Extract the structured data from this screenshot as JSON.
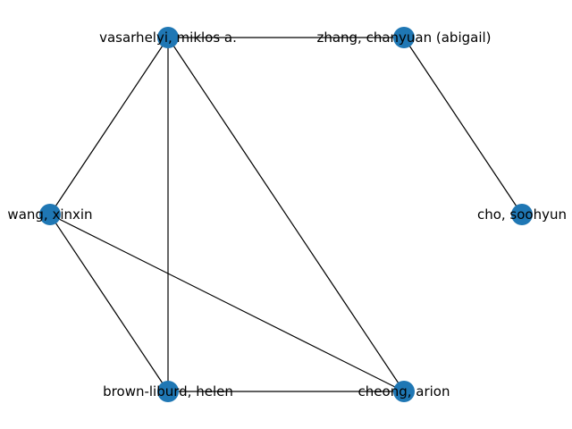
{
  "graph": {
    "node_color": "#1f77b4",
    "edge_color": "#000000",
    "nodes": [
      {
        "id": "vasarhelyi",
        "label": "vasarhelyi, miklos a."
      },
      {
        "id": "zhang",
        "label": "zhang, chanyuan (abigail)"
      },
      {
        "id": "wang",
        "label": "wang, xinxin"
      },
      {
        "id": "cho",
        "label": "cho, soohyun"
      },
      {
        "id": "brown",
        "label": "brown-liburd, helen"
      },
      {
        "id": "cheong",
        "label": "cheong, arion"
      }
    ],
    "edges": [
      [
        "vasarhelyi",
        "zhang"
      ],
      [
        "vasarhelyi",
        "wang"
      ],
      [
        "vasarhelyi",
        "brown"
      ],
      [
        "vasarhelyi",
        "cheong"
      ],
      [
        "zhang",
        "cho"
      ],
      [
        "wang",
        "brown"
      ],
      [
        "wang",
        "cheong"
      ],
      [
        "brown",
        "cheong"
      ]
    ]
  }
}
